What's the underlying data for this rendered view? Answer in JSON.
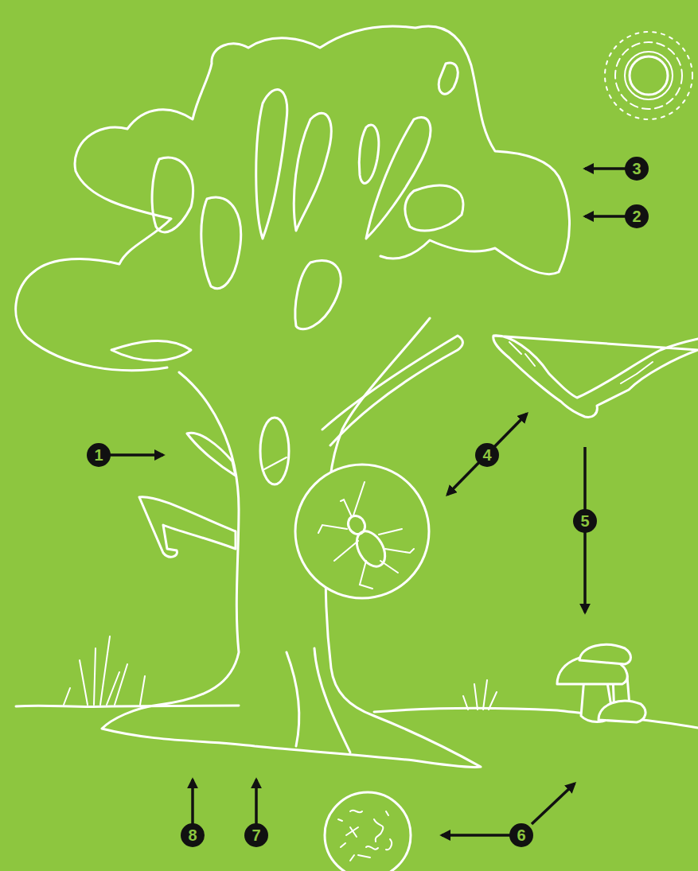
{
  "diagram": {
    "labels": [
      "3",
      "2",
      "1",
      "4",
      "5",
      "8",
      "7",
      "6"
    ]
  }
}
